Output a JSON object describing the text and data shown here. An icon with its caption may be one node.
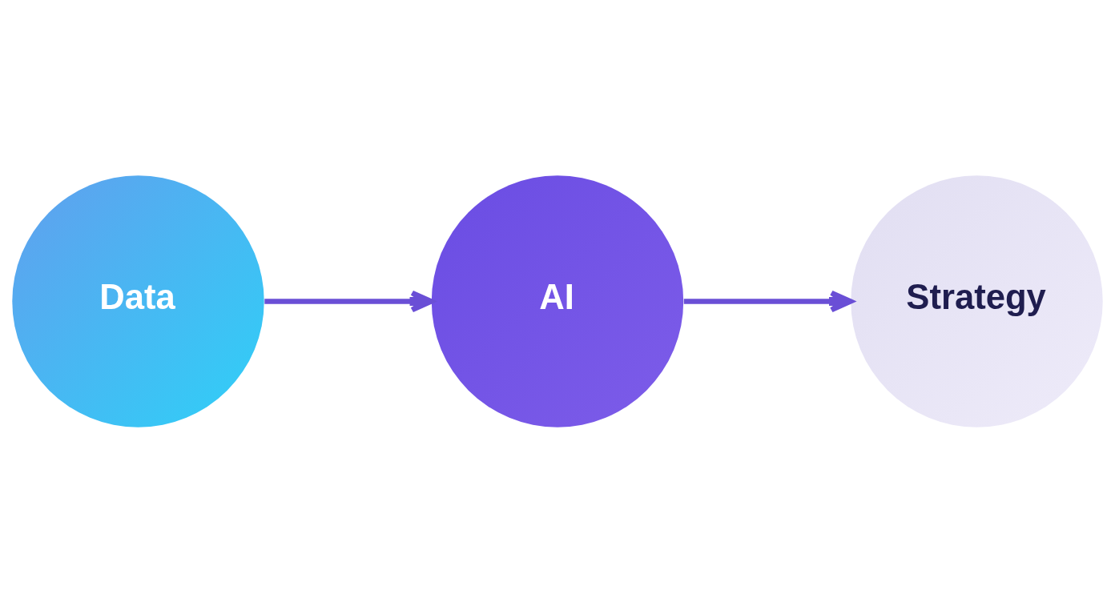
{
  "diagram": {
    "nodes": [
      {
        "text": [
          "Data"
        ]
      },
      {
        "text": [
          "AI"
        ]
      },
      {
        "text": [
          "Strategy"
        ]
      }
    ],
    "edges": [
      {
        "from": 0,
        "to": 1,
        "arrow": "to"
      },
      {
        "from": 1,
        "to": 2,
        "arrow": "to"
      }
    ]
  }
}
